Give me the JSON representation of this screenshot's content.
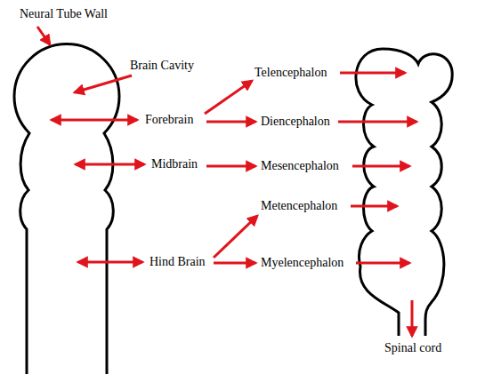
{
  "diagram": {
    "labels": [
      "Neural Tube Wall",
      "Brain Cavity",
      "Forebrain",
      "Telencephalon",
      "Diencephalon",
      "Midbrain",
      "Mesencephalon",
      "Metencephalon",
      "Hind Brain",
      "Myelencephalon",
      "Spinal cord"
    ]
  }
}
